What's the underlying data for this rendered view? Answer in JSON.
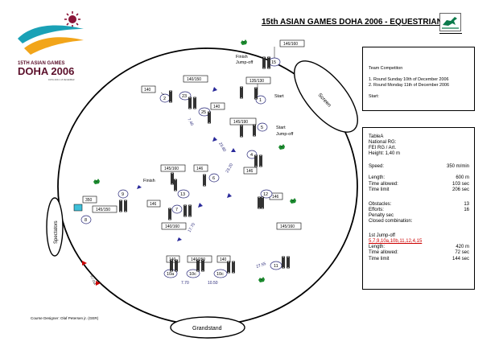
{
  "logo": {
    "line1": "15TH ASIAN GAMES",
    "line2": "DOHA 2006",
    "tagline": "DOHA 2006 2-15 DECEMBER",
    "colors": {
      "maroon": "#8a1538",
      "teal": "#1aa1b6",
      "gold": "#f2a51a",
      "text": "#5b0f2a"
    }
  },
  "header": {
    "title": "15th ASIAN GAMES DOHA 2006 - EQUESTRIAN",
    "pictogram": "horse-jumping-icon"
  },
  "team_box": {
    "heading": "Team Competiton",
    "round1": "1. Round Sunday 10th of December 2006",
    "round2": "2. Round Monday 11th of December 2006",
    "start": "Start:"
  },
  "table_box": {
    "table": "TableA",
    "national_rg": "National RG:",
    "fei": "FEI RG / Art.",
    "height": "Height: 1,40 m",
    "speed_label": "Speed:",
    "speed_value": "350 m/min",
    "length_label": "Length:",
    "length_value": "600 m",
    "time_allowed_label": "Time allowed:",
    "time_allowed_value": "103 sec",
    "time_limit_label": "Time limit",
    "time_limit_value": "206 sec",
    "obstacles_label": "Obstacles:",
    "obstacles_value": "13",
    "efforts_label": "Efforts:",
    "efforts_value": "16",
    "penalty": "Penalty sec",
    "closed": "Closed combination:",
    "jumpoff_heading": "1st Jump-off",
    "jumpoff_sequence": "5,7,9,10a,10b,11,12,4,15",
    "jo_length_label": "Length:",
    "jo_length_value": "420 m",
    "jo_time_allowed_label": "Time allowed:",
    "jo_time_allowed_value": "72 sec",
    "jo_time_limit_label": "Time limit",
    "jo_time_limit_value": "144 sec"
  },
  "arena": {
    "screen_label": "Screen",
    "spectators_label": "Spectators",
    "grandstand_label": "Grandstand",
    "gate_label": "in / Out",
    "finish_top": "Finish",
    "jumpoff_top": "Jump-off",
    "finish_left": "Finish",
    "start_label": "Start",
    "start2": "Start",
    "jumpoff_right": "Jump-off",
    "heights": {
      "h1": "146/160",
      "h2": "140/150",
      "h3": "135/130",
      "h4": "140",
      "h5": "140",
      "h6": "145/190",
      "h7": "145/160",
      "h8": "146",
      "h9": "146",
      "h10": "146",
      "h11": "350",
      "h12": "145/150",
      "h13": "146",
      "h14": "140/160",
      "h15": "145/160",
      "h16": "140",
      "h17": "140/150",
      "h18": "140"
    },
    "numbers": {
      "n1": "1",
      "n2": "2",
      "n3": "23",
      "n4": "25",
      "n5": "5",
      "n6": "4",
      "n7": "6",
      "n8": "7",
      "n9": "9",
      "n10": "8",
      "n11": "13",
      "n12": "12",
      "n13": "15",
      "n14": "10a",
      "n15": "10c",
      "n16": "10c",
      "n17": "11"
    },
    "distances": {
      "d1": "7.40",
      "d2": "23.80",
      "d3": "23.20",
      "d4": "17.70",
      "d5": "27.55",
      "d6": "7.70",
      "d7": "10.50"
    }
  },
  "footer": {
    "designer": "Course Designer: Olaf Petersen jr. (GER)"
  }
}
